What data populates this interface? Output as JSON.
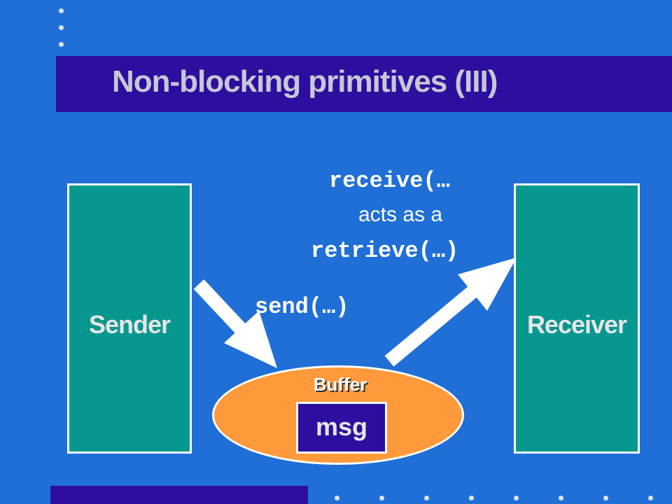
{
  "slide": {
    "title": "Non-blocking primitives  (III)"
  },
  "diagram": {
    "sender_label": "Sender",
    "receiver_label": "Receiver",
    "buffer_label": "Buffer",
    "message_label": "msg",
    "send_call": "send(…)",
    "receive_call": "receive(…",
    "acts_as_text": "acts as a",
    "retrieve_call": "retrieve(…)"
  },
  "colors": {
    "background": "#1f6fd6",
    "title_bar": "#2d0e9e",
    "process_box": "#06978f",
    "buffer": "#ff9a3c",
    "arrow": "#ffffff"
  }
}
